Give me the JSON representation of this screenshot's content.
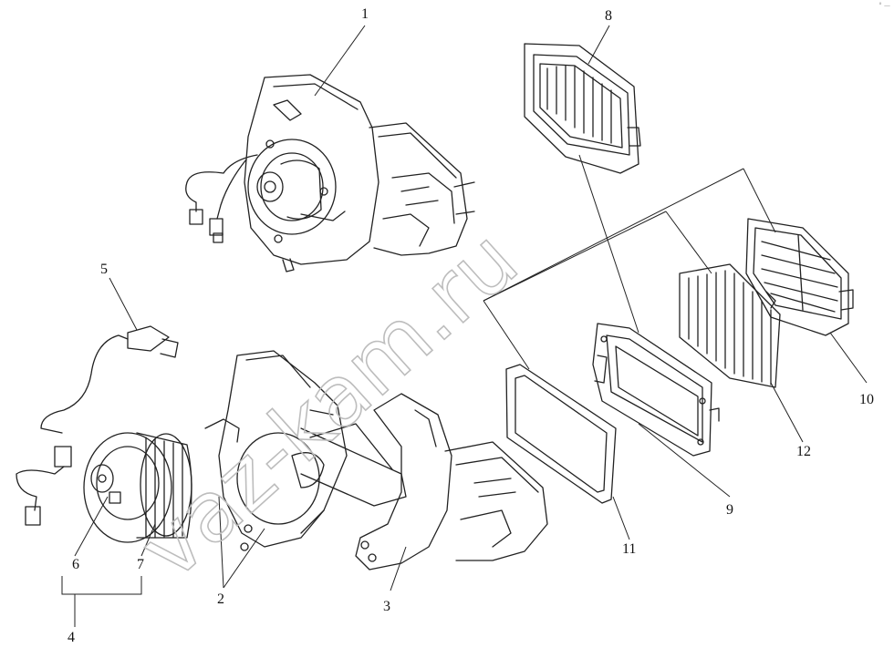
{
  "diagram": {
    "callouts": [
      {
        "id": "1",
        "label": "1"
      },
      {
        "id": "2",
        "label": "2"
      },
      {
        "id": "3",
        "label": "3"
      },
      {
        "id": "4",
        "label": "4"
      },
      {
        "id": "5",
        "label": "5"
      },
      {
        "id": "6",
        "label": "6"
      },
      {
        "id": "7",
        "label": "7"
      },
      {
        "id": "8",
        "label": "8"
      },
      {
        "id": "9",
        "label": "9"
      },
      {
        "id": "10",
        "label": "10"
      },
      {
        "id": "11",
        "label": "11"
      },
      {
        "id": "12",
        "label": "12"
      }
    ],
    "watermark": "vaz-kam.ru",
    "corner_mark": "° —"
  }
}
